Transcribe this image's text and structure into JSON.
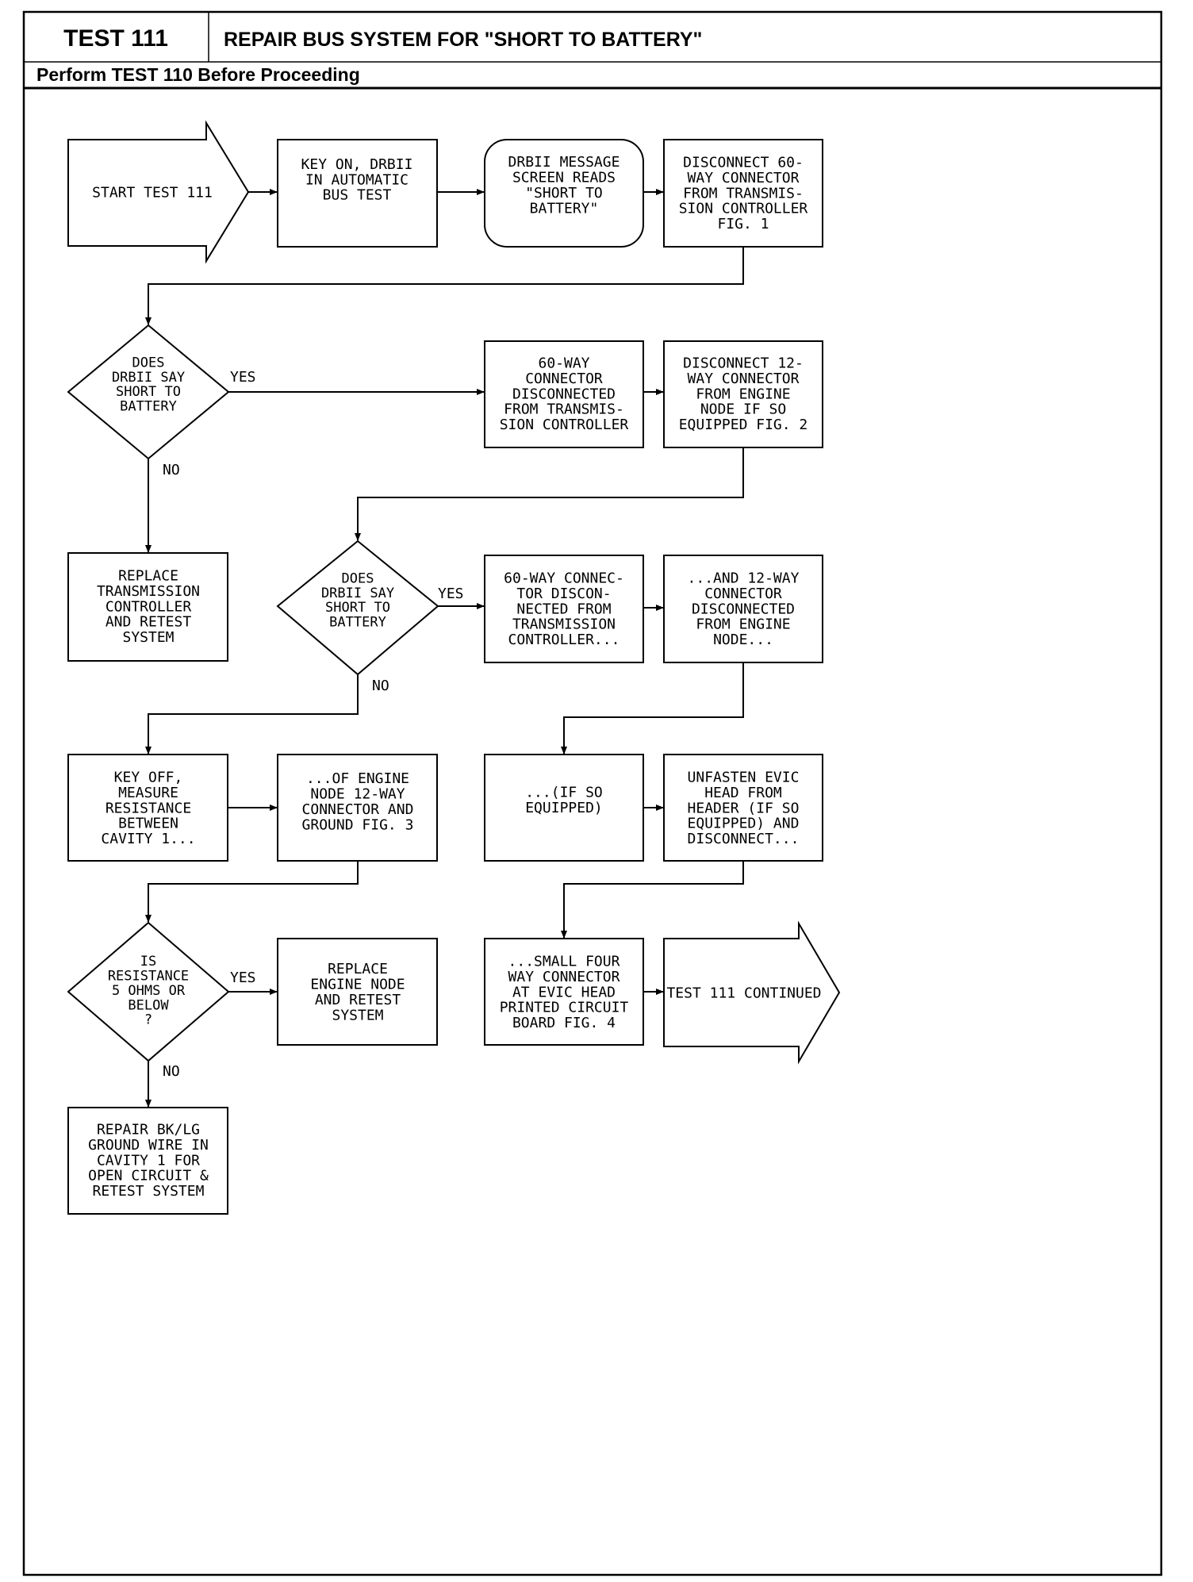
{
  "header": {
    "test_number": "TEST 111",
    "title": "REPAIR BUS SYSTEM FOR \"SHORT TO BATTERY\"",
    "subtitle": "Perform TEST 110 Before Proceeding"
  },
  "nodes": {
    "start": {
      "lines": [
        "START TEST 111"
      ]
    },
    "key_on": {
      "lines": [
        "KEY ON, DRBII",
        "IN AUTOMATIC",
        "BUS TEST"
      ]
    },
    "drbii_message": {
      "lines": [
        "DRBII MESSAGE",
        "SCREEN READS",
        "\"SHORT TO",
        "BATTERY\""
      ]
    },
    "disconnect_60": {
      "lines": [
        "DISCONNECT 60-",
        "WAY CONNECTOR",
        "FROM TRANSMIS-",
        "SION CONTROLLER",
        "FIG. 1"
      ]
    },
    "decision_1": {
      "lines": [
        "DOES",
        "DRBII SAY",
        "SHORT TO",
        "BATTERY"
      ]
    },
    "disc60_done": {
      "lines": [
        "60-WAY",
        "CONNECTOR",
        "DISCONNECTED",
        "FROM TRANSMIS-",
        "SION CONTROLLER"
      ]
    },
    "disconnect_12": {
      "lines": [
        "DISCONNECT 12-",
        "WAY CONNECTOR",
        "FROM ENGINE",
        "NODE IF SO",
        "EQUIPPED FIG. 2"
      ]
    },
    "replace_trans": {
      "lines": [
        "REPLACE",
        "TRANSMISSION",
        "CONTROLLER",
        "AND RETEST",
        "SYSTEM"
      ]
    },
    "decision_2": {
      "lines": [
        "DOES",
        "DRBII SAY",
        "SHORT TO",
        "BATTERY"
      ]
    },
    "disc60_cont": {
      "lines": [
        "60-WAY CONNEC-",
        "TOR DISCON-",
        "NECTED FROM",
        "TRANSMISSION",
        "CONTROLLER..."
      ]
    },
    "disc12_cont": {
      "lines": [
        "...AND 12-WAY",
        "CONNECTOR",
        "DISCONNECTED",
        "FROM ENGINE",
        "NODE..."
      ]
    },
    "key_off": {
      "lines": [
        "KEY OFF,",
        "MEASURE",
        "RESISTANCE",
        "BETWEEN",
        "CAVITY 1..."
      ]
    },
    "engine_node": {
      "lines": [
        "...OF ENGINE",
        "NODE 12-WAY",
        "CONNECTOR AND",
        "GROUND FIG. 3"
      ]
    },
    "if_equipped": {
      "lines": [
        "...(IF SO",
        "EQUIPPED)"
      ]
    },
    "unfasten_evic": {
      "lines": [
        "UNFASTEN EVIC",
        "HEAD FROM",
        "HEADER (IF SO",
        "EQUIPPED) AND",
        "DISCONNECT..."
      ]
    },
    "decision_3": {
      "lines": [
        "IS",
        "RESISTANCE",
        "5 OHMS OR",
        "BELOW",
        "?"
      ]
    },
    "replace_engine": {
      "lines": [
        "REPLACE",
        "ENGINE NODE",
        "AND RETEST",
        "SYSTEM"
      ]
    },
    "small_four_way": {
      "lines": [
        "...SMALL FOUR",
        "WAY CONNECTOR",
        "AT EVIC HEAD",
        "PRINTED CIRCUIT",
        "BOARD FIG. 4"
      ]
    },
    "continued": {
      "lines": [
        "TEST 111 CONTINUED"
      ]
    },
    "repair_ground": {
      "lines": [
        "REPAIR BK/LG",
        "GROUND WIRE IN",
        "CAVITY 1 FOR",
        "OPEN CIRCUIT &",
        "RETEST SYSTEM"
      ]
    }
  },
  "branch_labels": {
    "yes": "YES",
    "no": "NO"
  }
}
